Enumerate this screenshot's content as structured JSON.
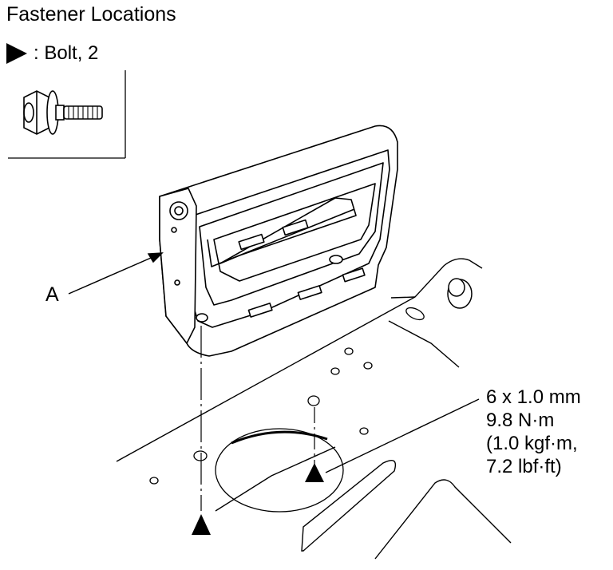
{
  "title": "Fastener Locations",
  "legend": {
    "symbol": "filled-triangle",
    "label": ": Bolt, 2"
  },
  "callout_a": "A",
  "spec": {
    "line1": "6 x 1.0 mm",
    "line2": "9.8 N·m",
    "line3": "(1.0 kgf·m,",
    "line4": "7.2 lbf·ft)"
  }
}
